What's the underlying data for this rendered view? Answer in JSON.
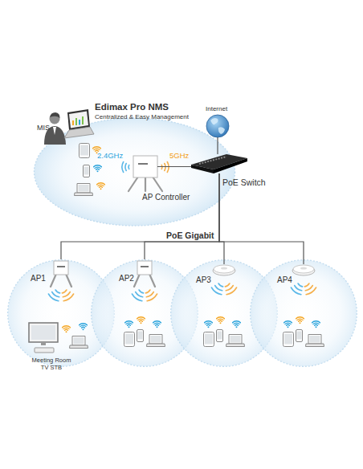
{
  "diagram": {
    "nodes": [
      {
        "text": [
          "Edimax Pro NMS",
          "Centralized & Easy Management"
        ]
      },
      {
        "text": [
          "AP Controller"
        ],
        "in": 0
      },
      {
        "text": [
          "Internet"
        ]
      },
      {
        "text": [
          "PoE Switch"
        ]
      },
      {
        "text": [
          "AP1"
        ]
      },
      {
        "text": [
          "AP2"
        ]
      },
      {
        "text": [
          "AP3"
        ]
      },
      {
        "text": [
          "AP4"
        ]
      }
    ],
    "edges": [
      {
        "from": 2,
        "to": 3,
        "arrow": "none"
      },
      {
        "from": 3,
        "to": 1,
        "arrow": "none"
      },
      {
        "from": 3,
        "to": 4,
        "arrow": "none"
      },
      {
        "from": 3,
        "to": 5,
        "arrow": "none"
      },
      {
        "from": 3,
        "to": 6,
        "arrow": "none"
      },
      {
        "from": 3,
        "to": 7,
        "arrow": "none"
      }
    ],
    "labels": [
      "MIS",
      "2.4GHz",
      "5GHz",
      "PoE Gigabit",
      "Meeting Room",
      "TV STB"
    ]
  }
}
